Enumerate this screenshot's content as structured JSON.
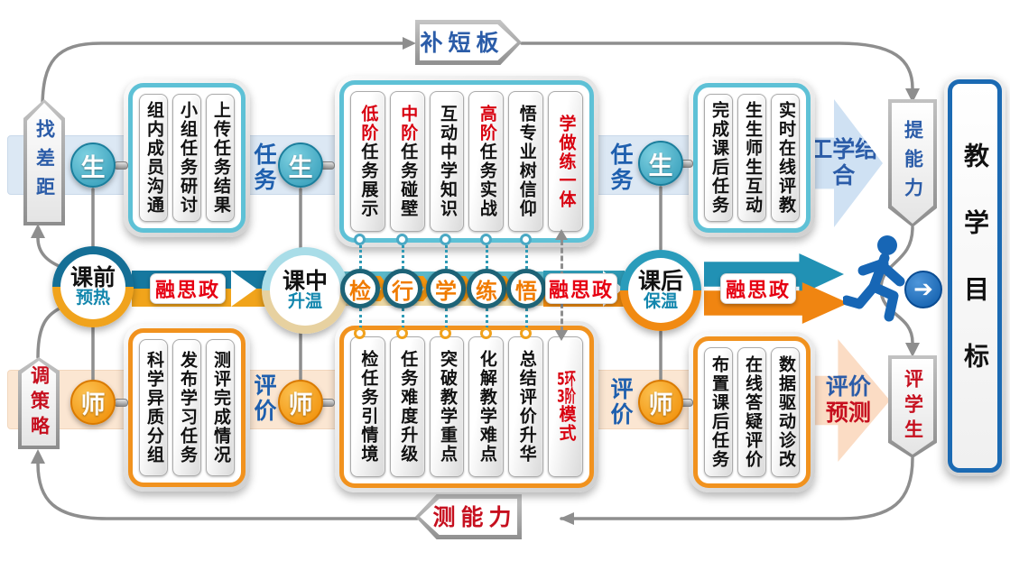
{
  "goal_label": "教学目标",
  "banners": {
    "top": "补短板",
    "bottom": "测能力"
  },
  "side_markers": {
    "find_gap": "找差距",
    "adjust_strategy": "调策略",
    "improve_ability": "提能力",
    "evaluate_student": "评学生"
  },
  "band_labels": {
    "task": "任务",
    "evaluation": "评价"
  },
  "actors": {
    "student": "生",
    "teacher": "师"
  },
  "phases": {
    "pre": {
      "title": "课前",
      "subtitle": "预热"
    },
    "mid": {
      "title": "课中",
      "subtitle": "升温"
    },
    "post": {
      "title": "课后",
      "subtitle": "保温"
    }
  },
  "ideology_badge": "融思政",
  "loop_steps": [
    "检",
    "行",
    "学",
    "练",
    "悟"
  ],
  "outcome_arrows": {
    "work_study": "工学结合",
    "evaluation": "评价",
    "prediction": "预测"
  },
  "colors": {
    "teal": "#2e9ab5",
    "orange": "#f18c10",
    "red": "#d8000f",
    "blue": "#2b5ca8"
  },
  "boxes": {
    "pre_student": {
      "columns": [
        [
          {
            "text": "组内成员沟通"
          }
        ],
        [
          {
            "text": "小组任务研讨"
          }
        ],
        [
          {
            "text": "上传任务结果"
          }
        ]
      ]
    },
    "mid_student": {
      "columns": [
        [
          {
            "text": "低阶",
            "color": "red"
          },
          {
            "text": "任务展示"
          }
        ],
        [
          {
            "text": "中阶",
            "color": "red"
          },
          {
            "text": "任务碰壁"
          }
        ],
        [
          {
            "text": "互动中学知识"
          }
        ],
        [
          {
            "text": "高阶",
            "color": "red"
          },
          {
            "text": "任务实战"
          }
        ],
        [
          {
            "text": "悟专业树信仰"
          }
        ],
        [
          {
            "text": "学做练一体",
            "color": "red"
          }
        ]
      ]
    },
    "post_student": {
      "columns": [
        [
          {
            "text": "完成课后任务"
          }
        ],
        [
          {
            "text": "生生师生互动"
          }
        ],
        [
          {
            "text": "实时在线评教"
          }
        ]
      ]
    },
    "pre_teacher": {
      "columns": [
        [
          {
            "text": "科学异质分组"
          }
        ],
        [
          {
            "text": "发布学习任务"
          }
        ],
        [
          {
            "text": "测评完成情况"
          }
        ]
      ]
    },
    "mid_teacher": {
      "columns": [
        [
          {
            "text": "检任务引情境"
          }
        ],
        [
          {
            "text": "任务难度升级"
          }
        ],
        [
          {
            "text": "突破教学重点"
          }
        ],
        [
          {
            "text": "化解教学难点"
          }
        ],
        [
          {
            "text": "总结评价升华"
          }
        ],
        [
          {
            "text": "5环",
            "color": "red",
            "combine": true
          },
          {
            "text": "3阶",
            "color": "red",
            "combine": true
          },
          {
            "text": "模式",
            "color": "red"
          }
        ]
      ]
    },
    "post_teacher": {
      "columns": [
        [
          {
            "text": "布置课后任务"
          }
        ],
        [
          {
            "text": "在线答疑评价"
          }
        ],
        [
          {
            "text": "数据驱动诊改"
          }
        ]
      ]
    }
  }
}
